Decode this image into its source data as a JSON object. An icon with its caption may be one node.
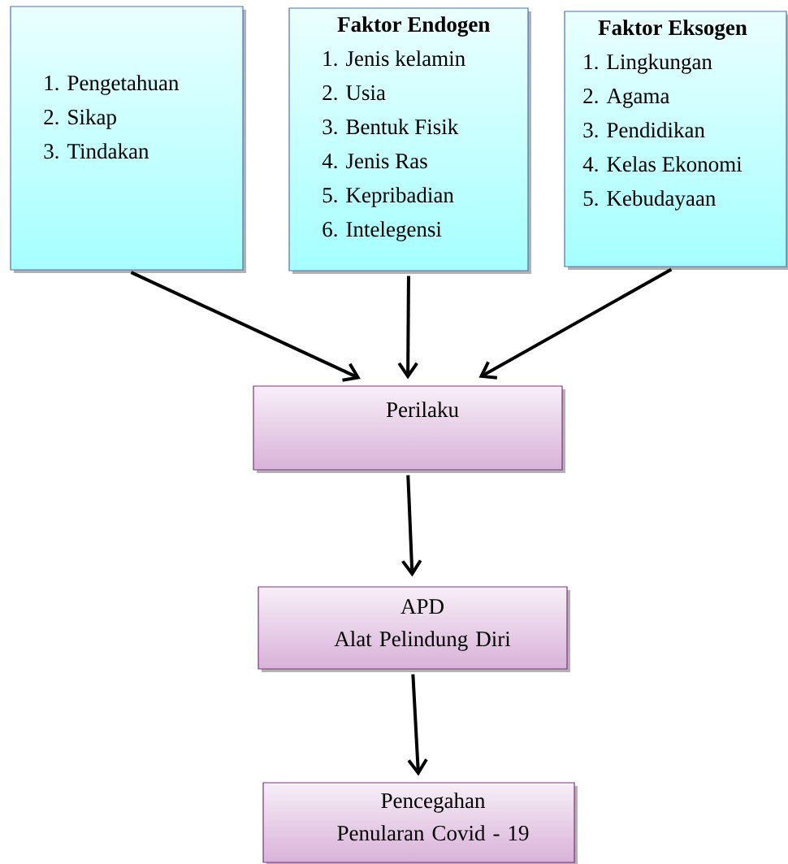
{
  "diagram": {
    "nodes": [
      {
        "text": [
          "1. Pengetahuan",
          "2. Sikap",
          "3. Tindakan"
        ]
      },
      {
        "text": [
          "Faktor Endogen",
          "1. Jenis kelamin",
          "2. Usia",
          "3. Bentuk Fisik",
          "4. Jenis Ras",
          "5. Kepribadian",
          "6. Intelegensi"
        ]
      },
      {
        "text": [
          "Faktor Eksogen",
          "1. Lingkungan",
          "2. Agama",
          "3. Pendidikan",
          "4. Kelas Ekonomi",
          "5. Kebudayaan"
        ]
      },
      {
        "text": [
          "Perilaku"
        ]
      },
      {
        "text": [
          "APD",
          "Alat Pelindung Diri"
        ]
      },
      {
        "text": [
          "Pencegahan Penularan Covid - 19"
        ]
      }
    ],
    "edges": [
      {
        "from": 0,
        "to": 3,
        "arrow": "to"
      },
      {
        "from": 1,
        "to": 3,
        "arrow": "to"
      },
      {
        "from": 2,
        "to": 3,
        "arrow": "to"
      },
      {
        "from": 3,
        "to": 4,
        "arrow": "to"
      },
      {
        "from": 4,
        "to": 5,
        "arrow": "to"
      }
    ]
  }
}
